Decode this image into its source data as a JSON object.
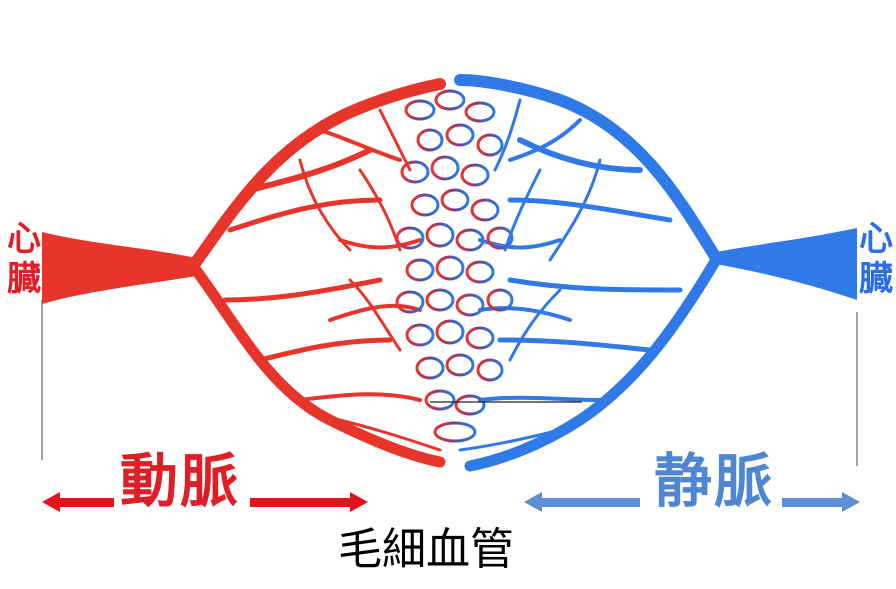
{
  "labels": {
    "heart_left": [
      "心",
      "臓"
    ],
    "heart_right": [
      "心",
      "臓"
    ],
    "artery": "動脈",
    "vein": "静脈",
    "capillary": "毛細血管"
  },
  "colors": {
    "artery": "#e8352c",
    "artery_dark": "#c0202a",
    "vein": "#2f7ae6",
    "vein_dark": "#1f5fc8",
    "capillary_mix": "#6a4a9a",
    "arrow_artery": "#e3141c",
    "arrow_vein": "#5b8fd6",
    "text_artery": "#e01e26",
    "text_vein": "#4f86d2",
    "text_heart_left": "#e01e26",
    "text_heart_right": "#2a70e0",
    "text_capillary": "#000000"
  }
}
